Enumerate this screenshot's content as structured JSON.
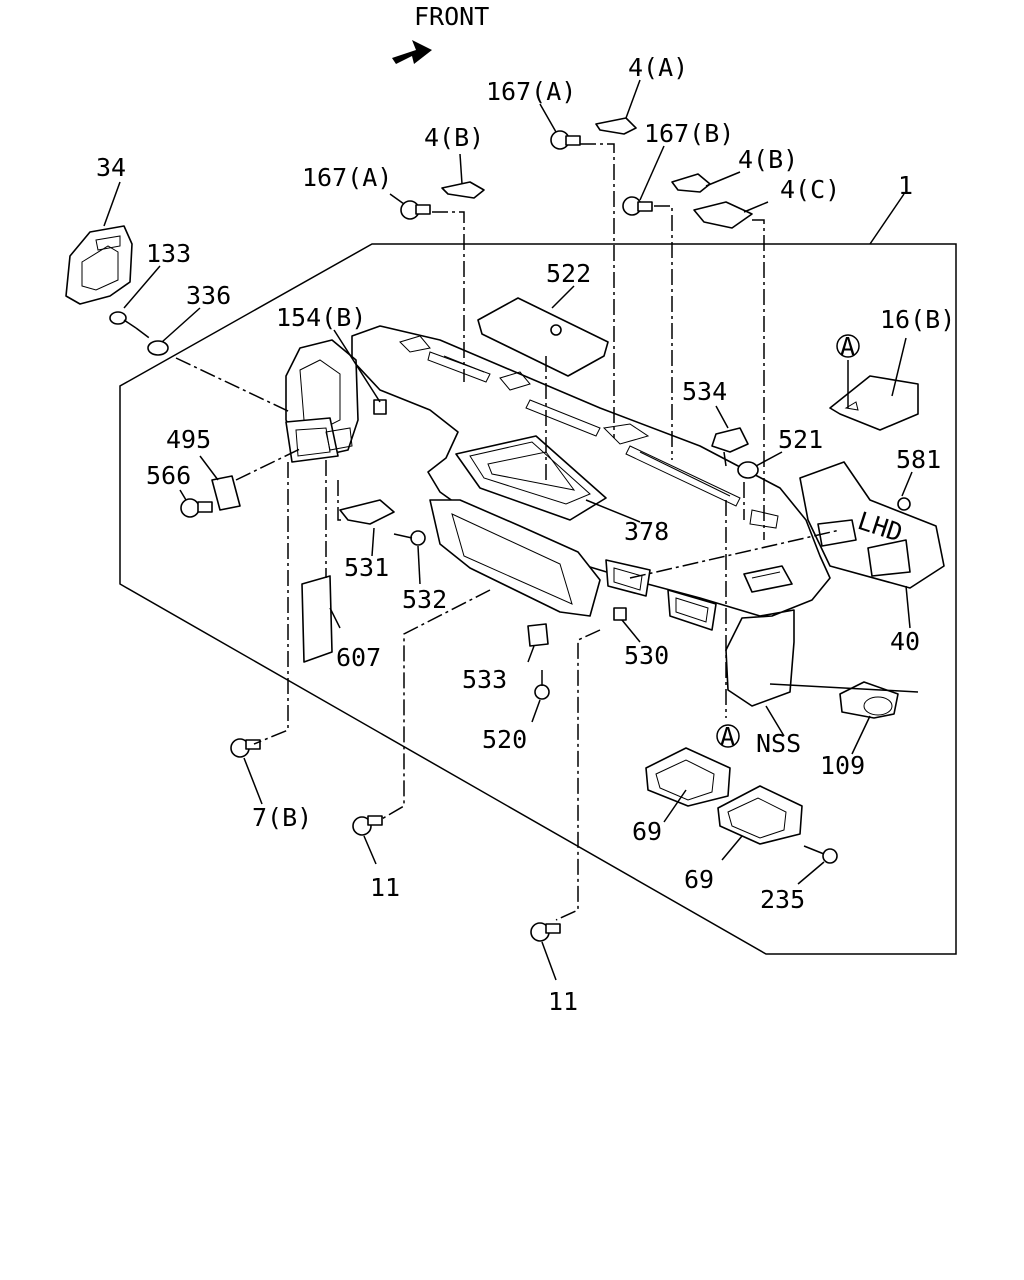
{
  "header": {
    "front_label": "FRONT"
  },
  "labels": {
    "l_34": "34",
    "l_133": "133",
    "l_336": "336",
    "l_154b": "154(B)",
    "l_495": "495",
    "l_566": "566",
    "l_531": "531",
    "l_532": "532",
    "l_607": "607",
    "l_7b": "7(B)",
    "l_11a": "11",
    "l_11b": "11",
    "l_533": "533",
    "l_520": "520",
    "l_530": "530",
    "l_378": "378",
    "l_522": "522",
    "l_167a1": "167(A)",
    "l_167a2": "167(A)",
    "l_4b1": "4(B)",
    "l_4a": "4(A)",
    "l_167b": "167(B)",
    "l_4b2": "4(B)",
    "l_4c": "4(C)",
    "l_1": "1",
    "l_16b": "16(B)",
    "l_circleA1": "A",
    "l_534": "534",
    "l_521": "521",
    "l_581": "581",
    "l_40": "40",
    "l_circleA2": "A",
    "l_nss": "NSS",
    "l_109": "109",
    "l_69a": "69",
    "l_69b": "69",
    "l_235": "235",
    "l_lhd": "LHD"
  }
}
